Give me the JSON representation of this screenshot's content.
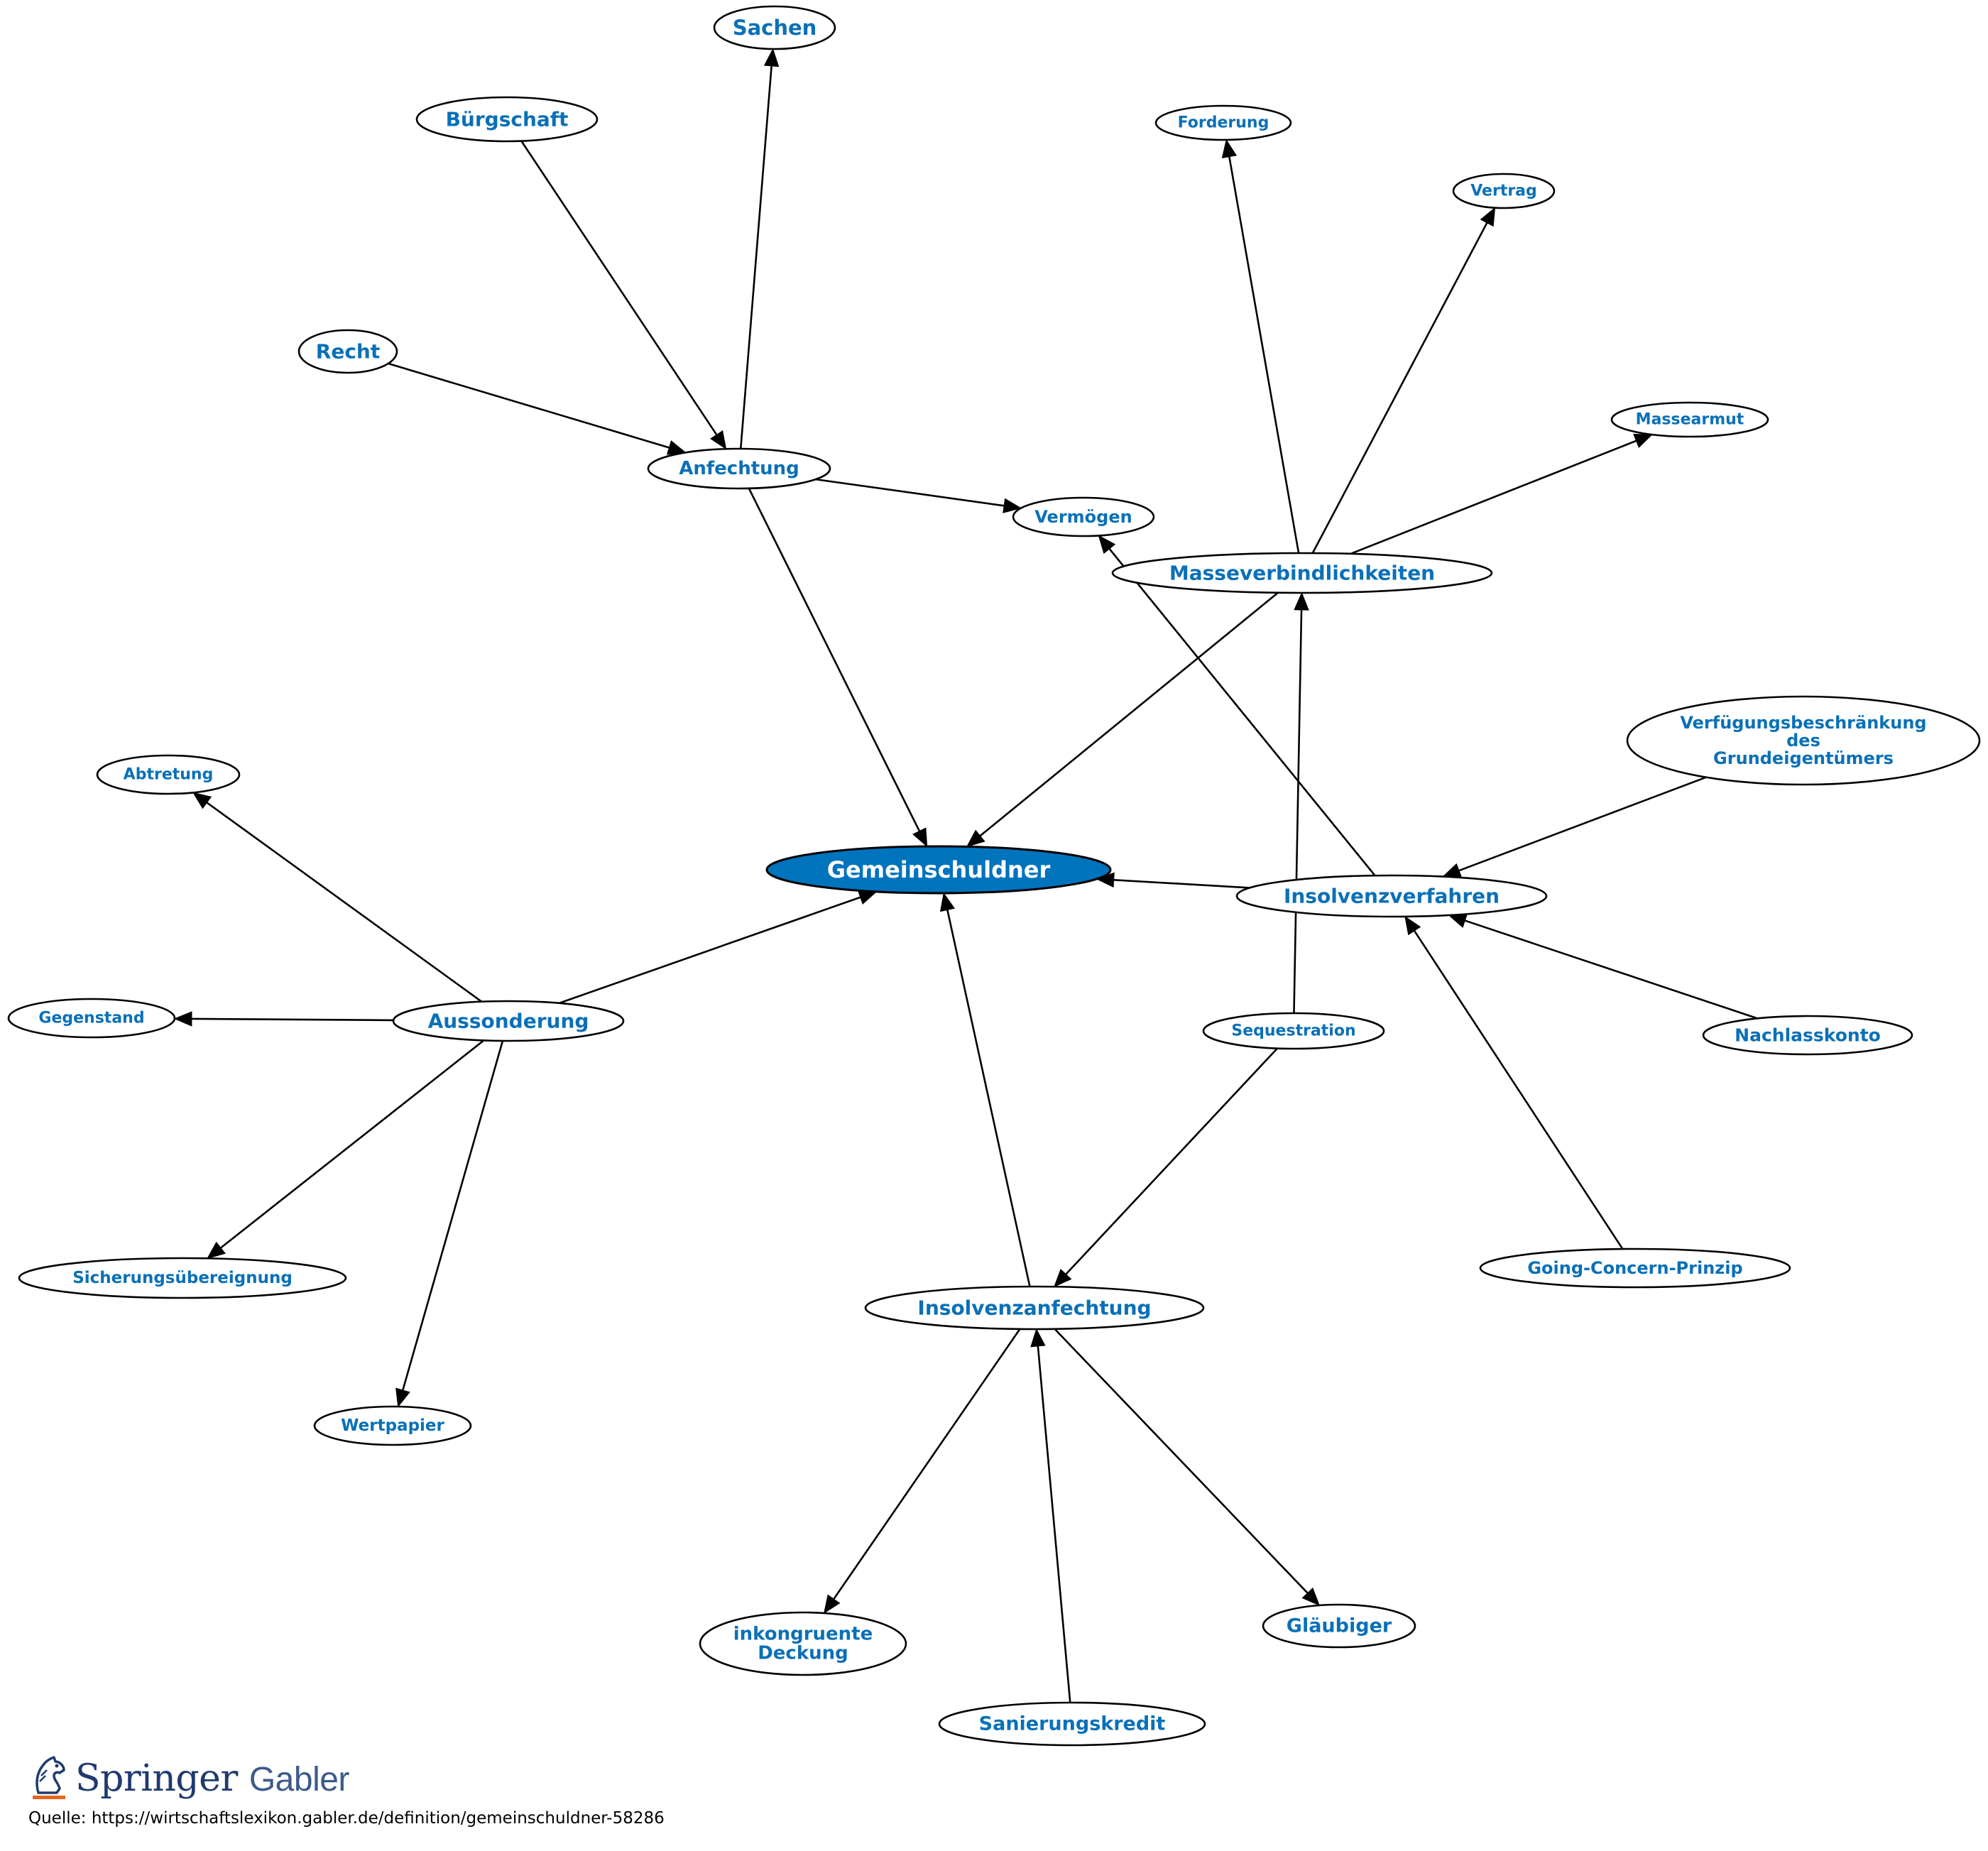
{
  "diagram": {
    "nodes": [
      {
        "id": "gemeinschuldner",
        "lines": [
          "Gemeinschuldner"
        ],
        "center": true
      },
      {
        "id": "sachen",
        "lines": [
          "Sachen"
        ]
      },
      {
        "id": "buergschaft",
        "lines": [
          "Bürgschaft"
        ]
      },
      {
        "id": "recht",
        "lines": [
          "Recht"
        ]
      },
      {
        "id": "anfechtung",
        "lines": [
          "Anfechtung"
        ]
      },
      {
        "id": "vermoegen",
        "lines": [
          "Vermögen"
        ]
      },
      {
        "id": "forderung",
        "lines": [
          "Forderung"
        ]
      },
      {
        "id": "vertrag",
        "lines": [
          "Vertrag"
        ]
      },
      {
        "id": "massearmut",
        "lines": [
          "Massearmut"
        ]
      },
      {
        "id": "masseverbindlichkeiten",
        "lines": [
          "Masseverbindlichkeiten"
        ]
      },
      {
        "id": "verfuegungsbeschraenkung",
        "lines": [
          "Verfügungsbeschränkung",
          "des",
          "Grundeigentümers"
        ]
      },
      {
        "id": "insolvenzverfahren",
        "lines": [
          "Insolvenzverfahren"
        ]
      },
      {
        "id": "sequestration",
        "lines": [
          "Sequestration"
        ]
      },
      {
        "id": "nachlasskonto",
        "lines": [
          "Nachlasskonto"
        ]
      },
      {
        "id": "going-concern",
        "lines": [
          "Going-Concern-Prinzip"
        ]
      },
      {
        "id": "abtretung",
        "lines": [
          "Abtretung"
        ]
      },
      {
        "id": "gegenstand",
        "lines": [
          "Gegenstand"
        ]
      },
      {
        "id": "aussonderung",
        "lines": [
          "Aussonderung"
        ]
      },
      {
        "id": "sicherungsuebereignung",
        "lines": [
          "Sicherungsübereignung"
        ]
      },
      {
        "id": "wertpapier",
        "lines": [
          "Wertpapier"
        ]
      },
      {
        "id": "insolvenzanfechtung",
        "lines": [
          "Insolvenzanfechtung"
        ]
      },
      {
        "id": "inkongruente-deckung",
        "lines": [
          "inkongruente",
          "Deckung"
        ]
      },
      {
        "id": "glaeubiger",
        "lines": [
          "Gläubiger"
        ]
      },
      {
        "id": "sanierungskredit",
        "lines": [
          "Sanierungskredit"
        ]
      }
    ],
    "edges": [
      {
        "from": "anfechtung",
        "to": "sachen"
      },
      {
        "from": "buergschaft",
        "to": "anfechtung"
      },
      {
        "from": "recht",
        "to": "anfechtung"
      },
      {
        "from": "anfechtung",
        "to": "vermoegen"
      },
      {
        "from": "anfechtung",
        "to": "gemeinschuldner"
      },
      {
        "from": "masseverbindlichkeiten",
        "to": "forderung"
      },
      {
        "from": "masseverbindlichkeiten",
        "to": "vertrag"
      },
      {
        "from": "masseverbindlichkeiten",
        "to": "massearmut"
      },
      {
        "from": "masseverbindlichkeiten",
        "to": "gemeinschuldner"
      },
      {
        "from": "insolvenzverfahren",
        "to": "vermoegen"
      },
      {
        "from": "insolvenzverfahren",
        "to": "gemeinschuldner"
      },
      {
        "from": "verfuegungsbeschraenkung",
        "to": "insolvenzverfahren"
      },
      {
        "from": "nachlasskonto",
        "to": "insolvenzverfahren"
      },
      {
        "from": "going-concern",
        "to": "insolvenzverfahren"
      },
      {
        "from": "sequestration",
        "to": "masseverbindlichkeiten"
      },
      {
        "from": "sequestration",
        "to": "insolvenzanfechtung"
      },
      {
        "from": "aussonderung",
        "to": "abtretung"
      },
      {
        "from": "aussonderung",
        "to": "gegenstand"
      },
      {
        "from": "aussonderung",
        "to": "sicherungsuebereignung"
      },
      {
        "from": "aussonderung",
        "to": "wertpapier"
      },
      {
        "from": "aussonderung",
        "to": "gemeinschuldner"
      },
      {
        "from": "insolvenzanfechtung",
        "to": "gemeinschuldner"
      },
      {
        "from": "insolvenzanfechtung",
        "to": "inkongruente-deckung"
      },
      {
        "from": "insolvenzanfechtung",
        "to": "glaeubiger"
      },
      {
        "from": "sanierungskredit",
        "to": "insolvenzanfechtung"
      }
    ]
  },
  "footer": {
    "logo_brand": "Springer",
    "logo_sub": "Gabler",
    "source": "Quelle: https://wirtschaftslexikon.gabler.de/definition/gemeinschuldner-58286"
  }
}
